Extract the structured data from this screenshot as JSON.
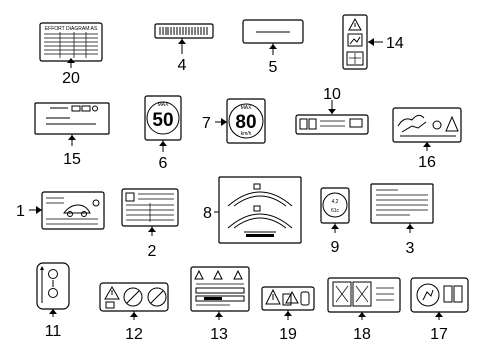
{
  "callouts": {
    "c1": "1",
    "c2": "2",
    "c3": "3",
    "c4": "4",
    "c5": "5",
    "c6": "6",
    "c7": "7",
    "c8": "8",
    "c9": "9",
    "c10": "10",
    "c11": "11",
    "c12": "12",
    "c13": "13",
    "c14": "14",
    "c15": "15",
    "c16": "16",
    "c17": "17",
    "c18": "18",
    "c19": "19",
    "c20": "20"
  },
  "labels": {
    "label20_header": "EFFORT DIAGRAM AS",
    "label6_unit": "MAX",
    "label6_value": "50",
    "label7_unit": "MAX",
    "label7_value": "80",
    "label7_sub": "km/h",
    "label9_top": "4,2",
    "label9_bottom": "61c"
  },
  "colors": {
    "ink": "#000000",
    "paper": "#ffffff"
  }
}
